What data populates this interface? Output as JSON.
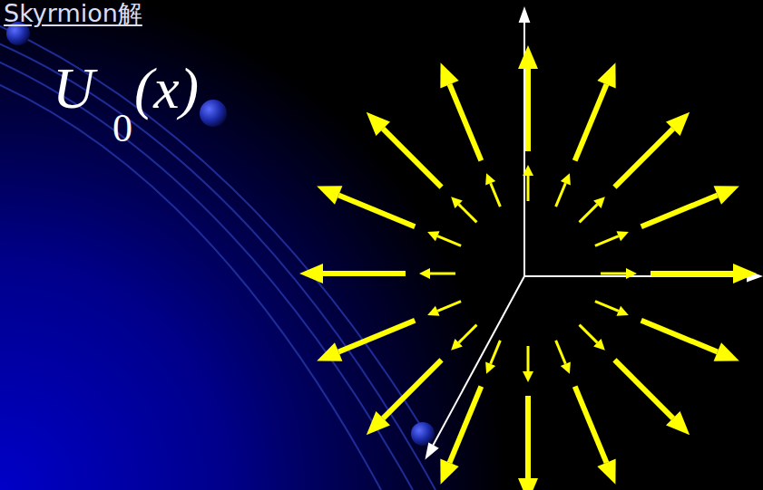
{
  "diagram": {
    "title": "Skyrmion解",
    "labels": [
      "U",
      "0",
      "(x)"
    ]
  }
}
